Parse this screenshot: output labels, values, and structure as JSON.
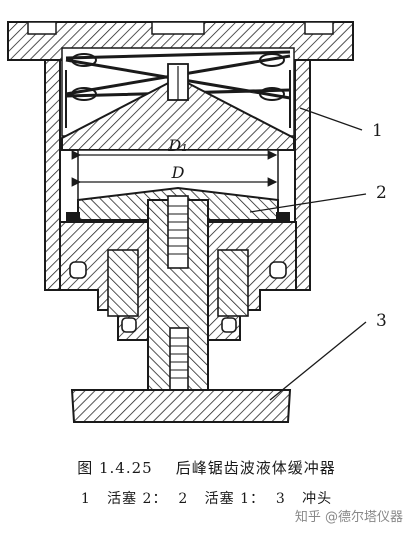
{
  "figure": {
    "callouts": [
      "1",
      "2",
      "3"
    ],
    "dimension_labels": [
      "D₁",
      "D"
    ],
    "caption_title": "图 1.4.25    后峰锯齿波液体缓冲器",
    "caption_legend": "1   活塞 2：  2   活塞 1：  3   冲头"
  },
  "watermark": "知乎 @德尔塔仪器"
}
